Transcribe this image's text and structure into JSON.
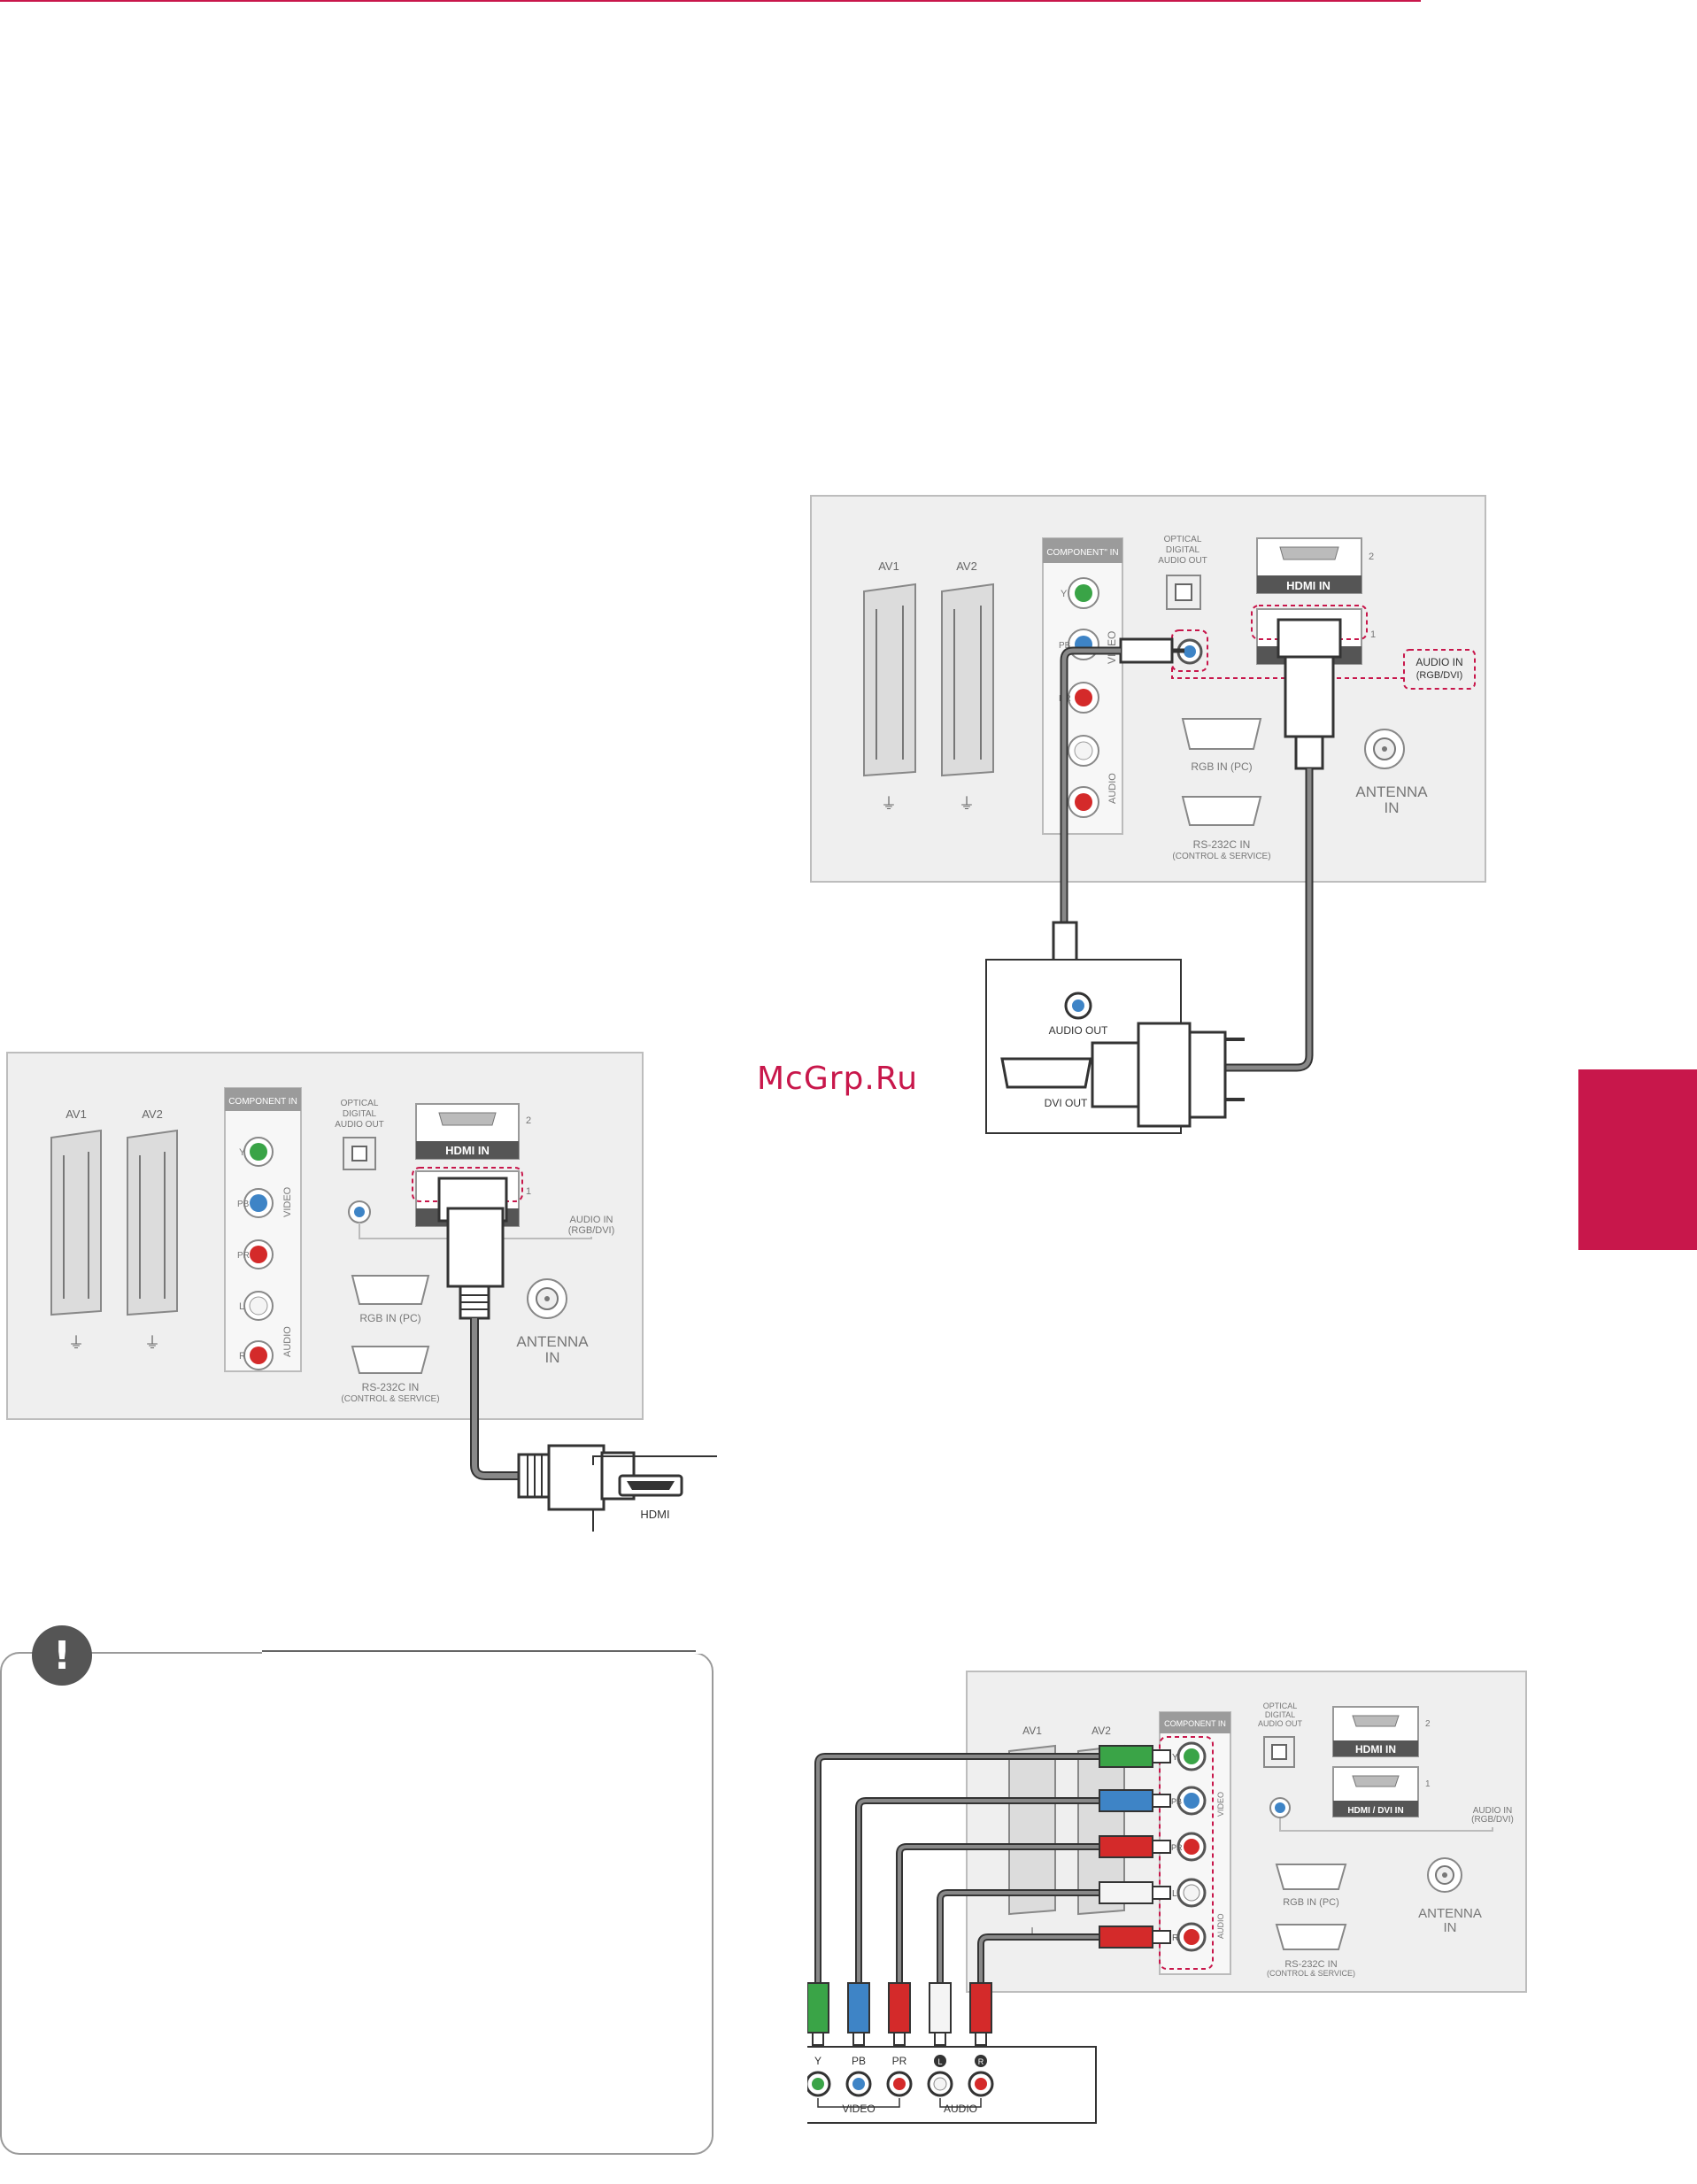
{
  "colors": {
    "accent": "#c8174b",
    "panel": "#efefef",
    "panel_border": "#bdbdbd",
    "jack_green": "#3aa447",
    "jack_blue": "#3e84c6",
    "jack_red": "#d42a2a",
    "jack_white": "#f4f4f4",
    "cable": "#777777",
    "dash": "#c8174b",
    "note_icon": "#555555"
  },
  "watermark": "McGrp.Ru",
  "tv_panel_labels": {
    "av1": "AV1",
    "av2": "AV2",
    "component_in": "COMPONENT IN",
    "component_in_alt": "COMPONENT\" IN",
    "optical": [
      "OPTICAL",
      "DIGITAL",
      "AUDIO OUT"
    ],
    "hdmi_in": "HDMI IN",
    "hdmi_dvi_in": "HDMI / DVI IN",
    "port_2": "2",
    "port_1": "1",
    "audio_in": "AUDIO IN",
    "audio_in_sub": "(RGB/DVI)",
    "rgb_in": "RGB IN (PC)",
    "rs232c": "RS-232C IN",
    "rs232c_sub": "(CONTROL & SERVICE)",
    "antenna": "ANTENNA",
    "antenna_in": "IN",
    "video": "VIDEO",
    "audio": "AUDIO",
    "y": "Y",
    "pb": "PB",
    "pr": "PR",
    "l": "L",
    "r": "R"
  },
  "device_labels": {
    "hdmi": "HDMI",
    "audio_out": "AUDIO OUT",
    "dvi_out": "DVI OUT",
    "y": "Y",
    "pb": "PB",
    "pr": "PR",
    "l": "L",
    "r": "R",
    "video": "VIDEO",
    "audio": "AUDIO"
  },
  "note_icon_glyph": "!"
}
